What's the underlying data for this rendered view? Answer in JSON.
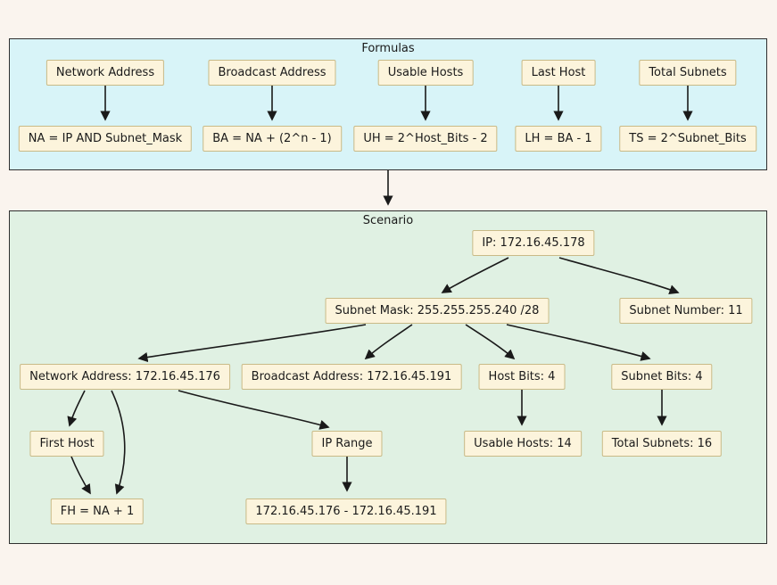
{
  "diagram": {
    "formulas": {
      "title": "Formulas",
      "network_address_label": "Network Address",
      "broadcast_address_label": "Broadcast Address",
      "usable_hosts_label": "Usable Hosts",
      "last_host_label": "Last Host",
      "total_subnets_label": "Total Subnets",
      "na_formula": "NA = IP AND Subnet_Mask",
      "ba_formula": "BA = NA + (2^n - 1)",
      "uh_formula": "UH = 2^Host_Bits - 2",
      "lh_formula": "LH = BA - 1",
      "ts_formula": "TS = 2^Subnet_Bits"
    },
    "scenario": {
      "title": "Scenario",
      "ip": "IP: 172.16.45.178",
      "subnet_mask": "Subnet Mask: 255.255.255.240 /28",
      "subnet_number": "Subnet Number: 11",
      "network_address": "Network Address: 172.16.45.176",
      "broadcast_address": "Broadcast Address: 172.16.45.191",
      "host_bits": "Host Bits: 4",
      "subnet_bits": "Subnet Bits: 4",
      "first_host": "First Host",
      "ip_range": "IP Range",
      "usable_hosts": "Usable Hosts: 14",
      "total_subnets": "Total Subnets: 16",
      "fh_formula": "FH = NA + 1",
      "ip_range_value": "172.16.45.176 - 172.16.45.191"
    },
    "colors": {
      "page_background": "#faf4ee",
      "formulas_background": "#d8f4f8",
      "scenario_background": "#e0f1e3",
      "node_background": "#fcf4dc",
      "node_border": "#c9ba87",
      "section_border": "#2f2f2f",
      "edge": "#1a1a1a"
    }
  }
}
